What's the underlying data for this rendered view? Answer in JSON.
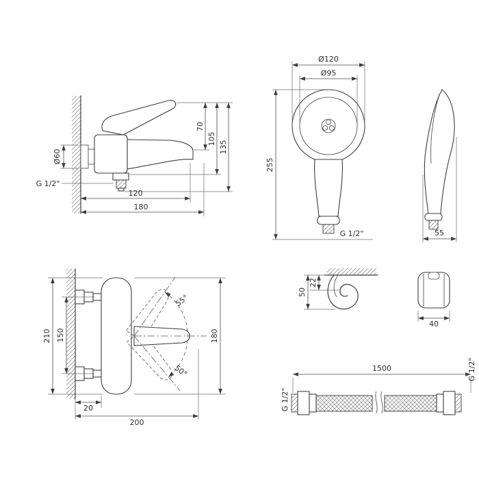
{
  "drawing": {
    "faucet_side": {
      "dia_mount": "Ø60",
      "thread": "G 1/2\"",
      "dim_70": "70",
      "dim_105": "105",
      "dim_135": "135",
      "dim_120": "120",
      "dim_180": "180"
    },
    "handshower": {
      "dia_outer": "Ø120",
      "dia_face": "Ø95",
      "dim_length": "255",
      "thread": "G 1/2\"",
      "dim_depth": "55"
    },
    "holder": {
      "dim_height": "50",
      "dim_offset": "22",
      "dim_width": "40"
    },
    "faucet_front": {
      "dim_210": "210",
      "dim_150": "150",
      "dim_180": "180",
      "dim_20": "20",
      "dim_200": "200",
      "angle_up": "55°",
      "angle_down": "50°"
    },
    "hose": {
      "dim_length": "1500",
      "thread_left": "G 1/2\"",
      "thread_right": "G 1/2\""
    }
  }
}
